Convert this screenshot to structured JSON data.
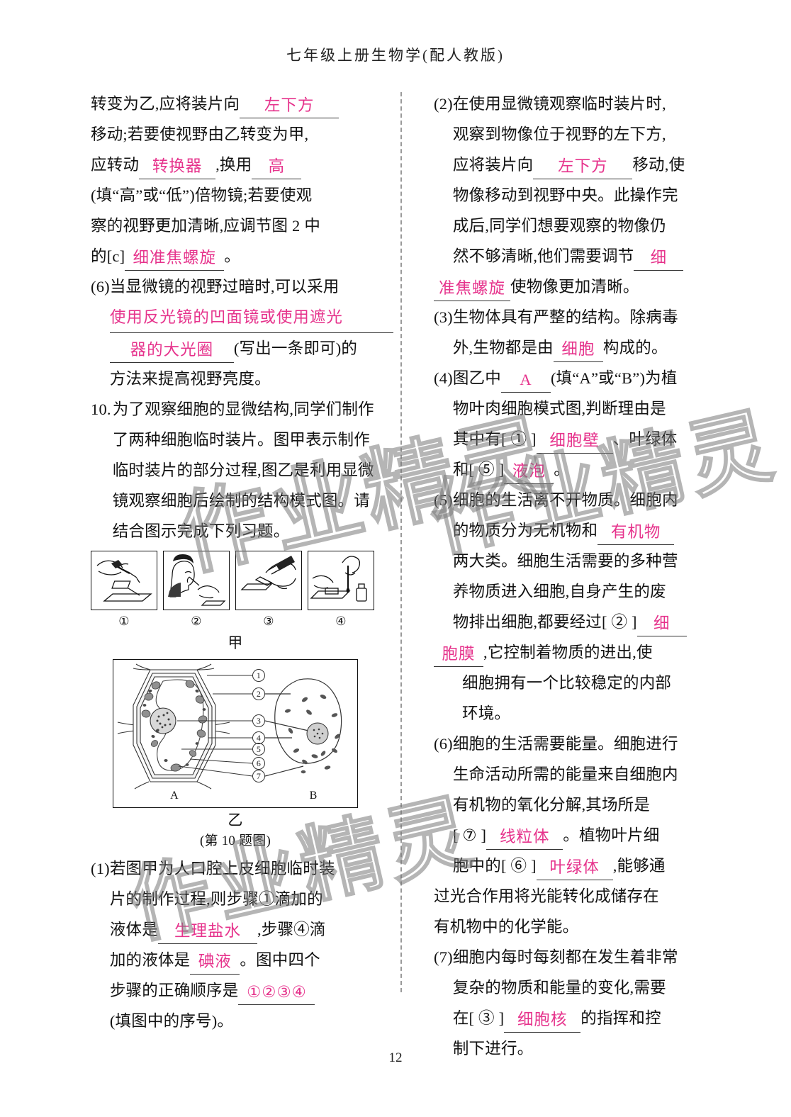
{
  "header": {
    "title": "七年级上册生物学(配人教版)"
  },
  "page": {
    "number": "12"
  },
  "watermark": {
    "text": "作业精灵"
  },
  "colors": {
    "answer_pink": "#e6338c",
    "ink_black": "#121212",
    "divider": "#9a9a9a"
  },
  "left_column": {
    "cont_q9": {
      "line1_pre": "转变为乙,应将装片向",
      "ans1": "左下方",
      "line2": "移动;若要使视野由乙转变为甲,",
      "line3_pre": "应转动",
      "ans2": "转换器",
      "line3_mid": ",换用",
      "ans3": "高",
      "line4": "(填“高”或“低”)倍物镜;若要使观",
      "line5": "察的视野更加清晰,应调节图 2 中",
      "line6_pre": "的[c]",
      "ans4": "细准焦螺旋",
      "line6_post": "。"
    },
    "q6": {
      "mark": "(6)",
      "text1": "当显微镜的视野过暗时,可以采用",
      "ans_line1": "使用反光镜的凹面镜或使用遮光",
      "ans_line2": "器的大光圈",
      "text2": "(写出一条即可)的",
      "text3": "方法来提高视野亮度。"
    },
    "q10": {
      "mark": "10.",
      "text": "为了观察细胞的显微结构,同学们制作了两种细胞临时装片。图甲表示制作临时装片的部分过程,图乙是利用显微镜观察细胞后绘制的结构模式图。请结合图示完成下列习题。"
    },
    "figure_jia": {
      "panel_labels": [
        "①",
        "②",
        "③",
        "④"
      ],
      "caption": "甲",
      "panel_icons": [
        "dropper-on-slide-icon",
        "person-mouth-swab-icon",
        "cover-slip-tweezers-icon",
        "staining-dropper-icon"
      ]
    },
    "figure_yi": {
      "label_numbers": [
        "①",
        "②",
        "③",
        "④",
        "⑤",
        "⑥",
        "⑦"
      ],
      "cell_a_label": "A",
      "cell_b_label": "B",
      "caption": "乙",
      "figure_title": "(第 10 题图)"
    },
    "q1": {
      "mark": "(1)",
      "text1": "若图甲为人口腔上皮细胞临时装",
      "text2": "片的制作过程,则步骤①滴加的",
      "text3_pre": "液体是",
      "ans1": "生理盐水",
      "text3_post": ",步骤④滴",
      "text4_pre": "加的液体是",
      "ans2": "碘液",
      "text4_post": "。图中四个",
      "text5_pre": "步骤的正确顺序是",
      "ans3": "①②③④",
      "text6": "(填图中的序号)。"
    }
  },
  "right_column": {
    "q2": {
      "mark": "(2)",
      "text1": "在使用显微镜观察临时装片时,",
      "text2": "观察到物像位于视野的左下方,",
      "text3_pre": "应将装片向",
      "ans1": "左下方",
      "text3_post": "移动,使",
      "text4": "物像移动到视野中央。此操作完",
      "text5": "成后,同学们想要观察的物像仍",
      "text6_pre": "然不够清晰,他们需要调节",
      "ans2_part1": "细",
      "ans2_part2": "准焦螺旋",
      "text7": "使物像更加清晰。"
    },
    "q3": {
      "mark": "(3)",
      "text1": "生物体具有严整的结构。除病毒",
      "text2_pre": "外,生物都是由",
      "ans1": "细胞",
      "text2_post": "构成的。"
    },
    "q4": {
      "mark": "(4)",
      "text1_pre": "图乙中",
      "ans1": "A",
      "text1_post": "(填“A”或“B”)为植",
      "text2": "物叶肉细胞模式图,判断理由是",
      "text3_pre": "其中有[ ① ]",
      "ans2": "细胞壁",
      "text3_post": "、叶绿体",
      "text4_pre": "和[ ⑤ ]",
      "ans3": "液泡",
      "text4_post": "。"
    },
    "q5": {
      "mark": "(5)",
      "text1": "细胞的生活离不开物质。细胞内",
      "text2_pre": "的物质分为无机物和",
      "ans1": "有机物",
      "text3": "两大类。细胞生活需要的多种营",
      "text4": "养物质进入细胞,自身产生的废",
      "text5_pre": "物排出细胞,都要经过[ ② ]",
      "ans2_part1": "细",
      "ans2_part2": "胞膜",
      "text6_post": ",它控制着物质的进出,使",
      "text7": "细胞拥有一个比较稳定的内部",
      "text8": "环境。"
    },
    "q6": {
      "mark": "(6)",
      "text1": "细胞的生活需要能量。细胞进行",
      "text2": "生命活动所需的能量来自细胞内",
      "text3": "有机物的氧化分解,其场所是",
      "text4_pre": "[ ⑦ ]",
      "ans1": "线粒体",
      "text4_post": "。植物叶片细",
      "text5_pre": "胞中的[ ⑥ ]",
      "ans2": "叶绿体",
      "text5_post": ",能够通",
      "text6": "过光合作用将光能转化成储存在",
      "text7": "有机物中的化学能。"
    },
    "q7": {
      "mark": "(7)",
      "text1": "细胞内每时每刻都在发生着非常",
      "text2": "复杂的物质和能量的变化,需要",
      "text3_pre": "在[ ③ ]",
      "ans1": "细胞核",
      "text3_post": "的指挥和控",
      "text4": "制下进行。"
    }
  }
}
